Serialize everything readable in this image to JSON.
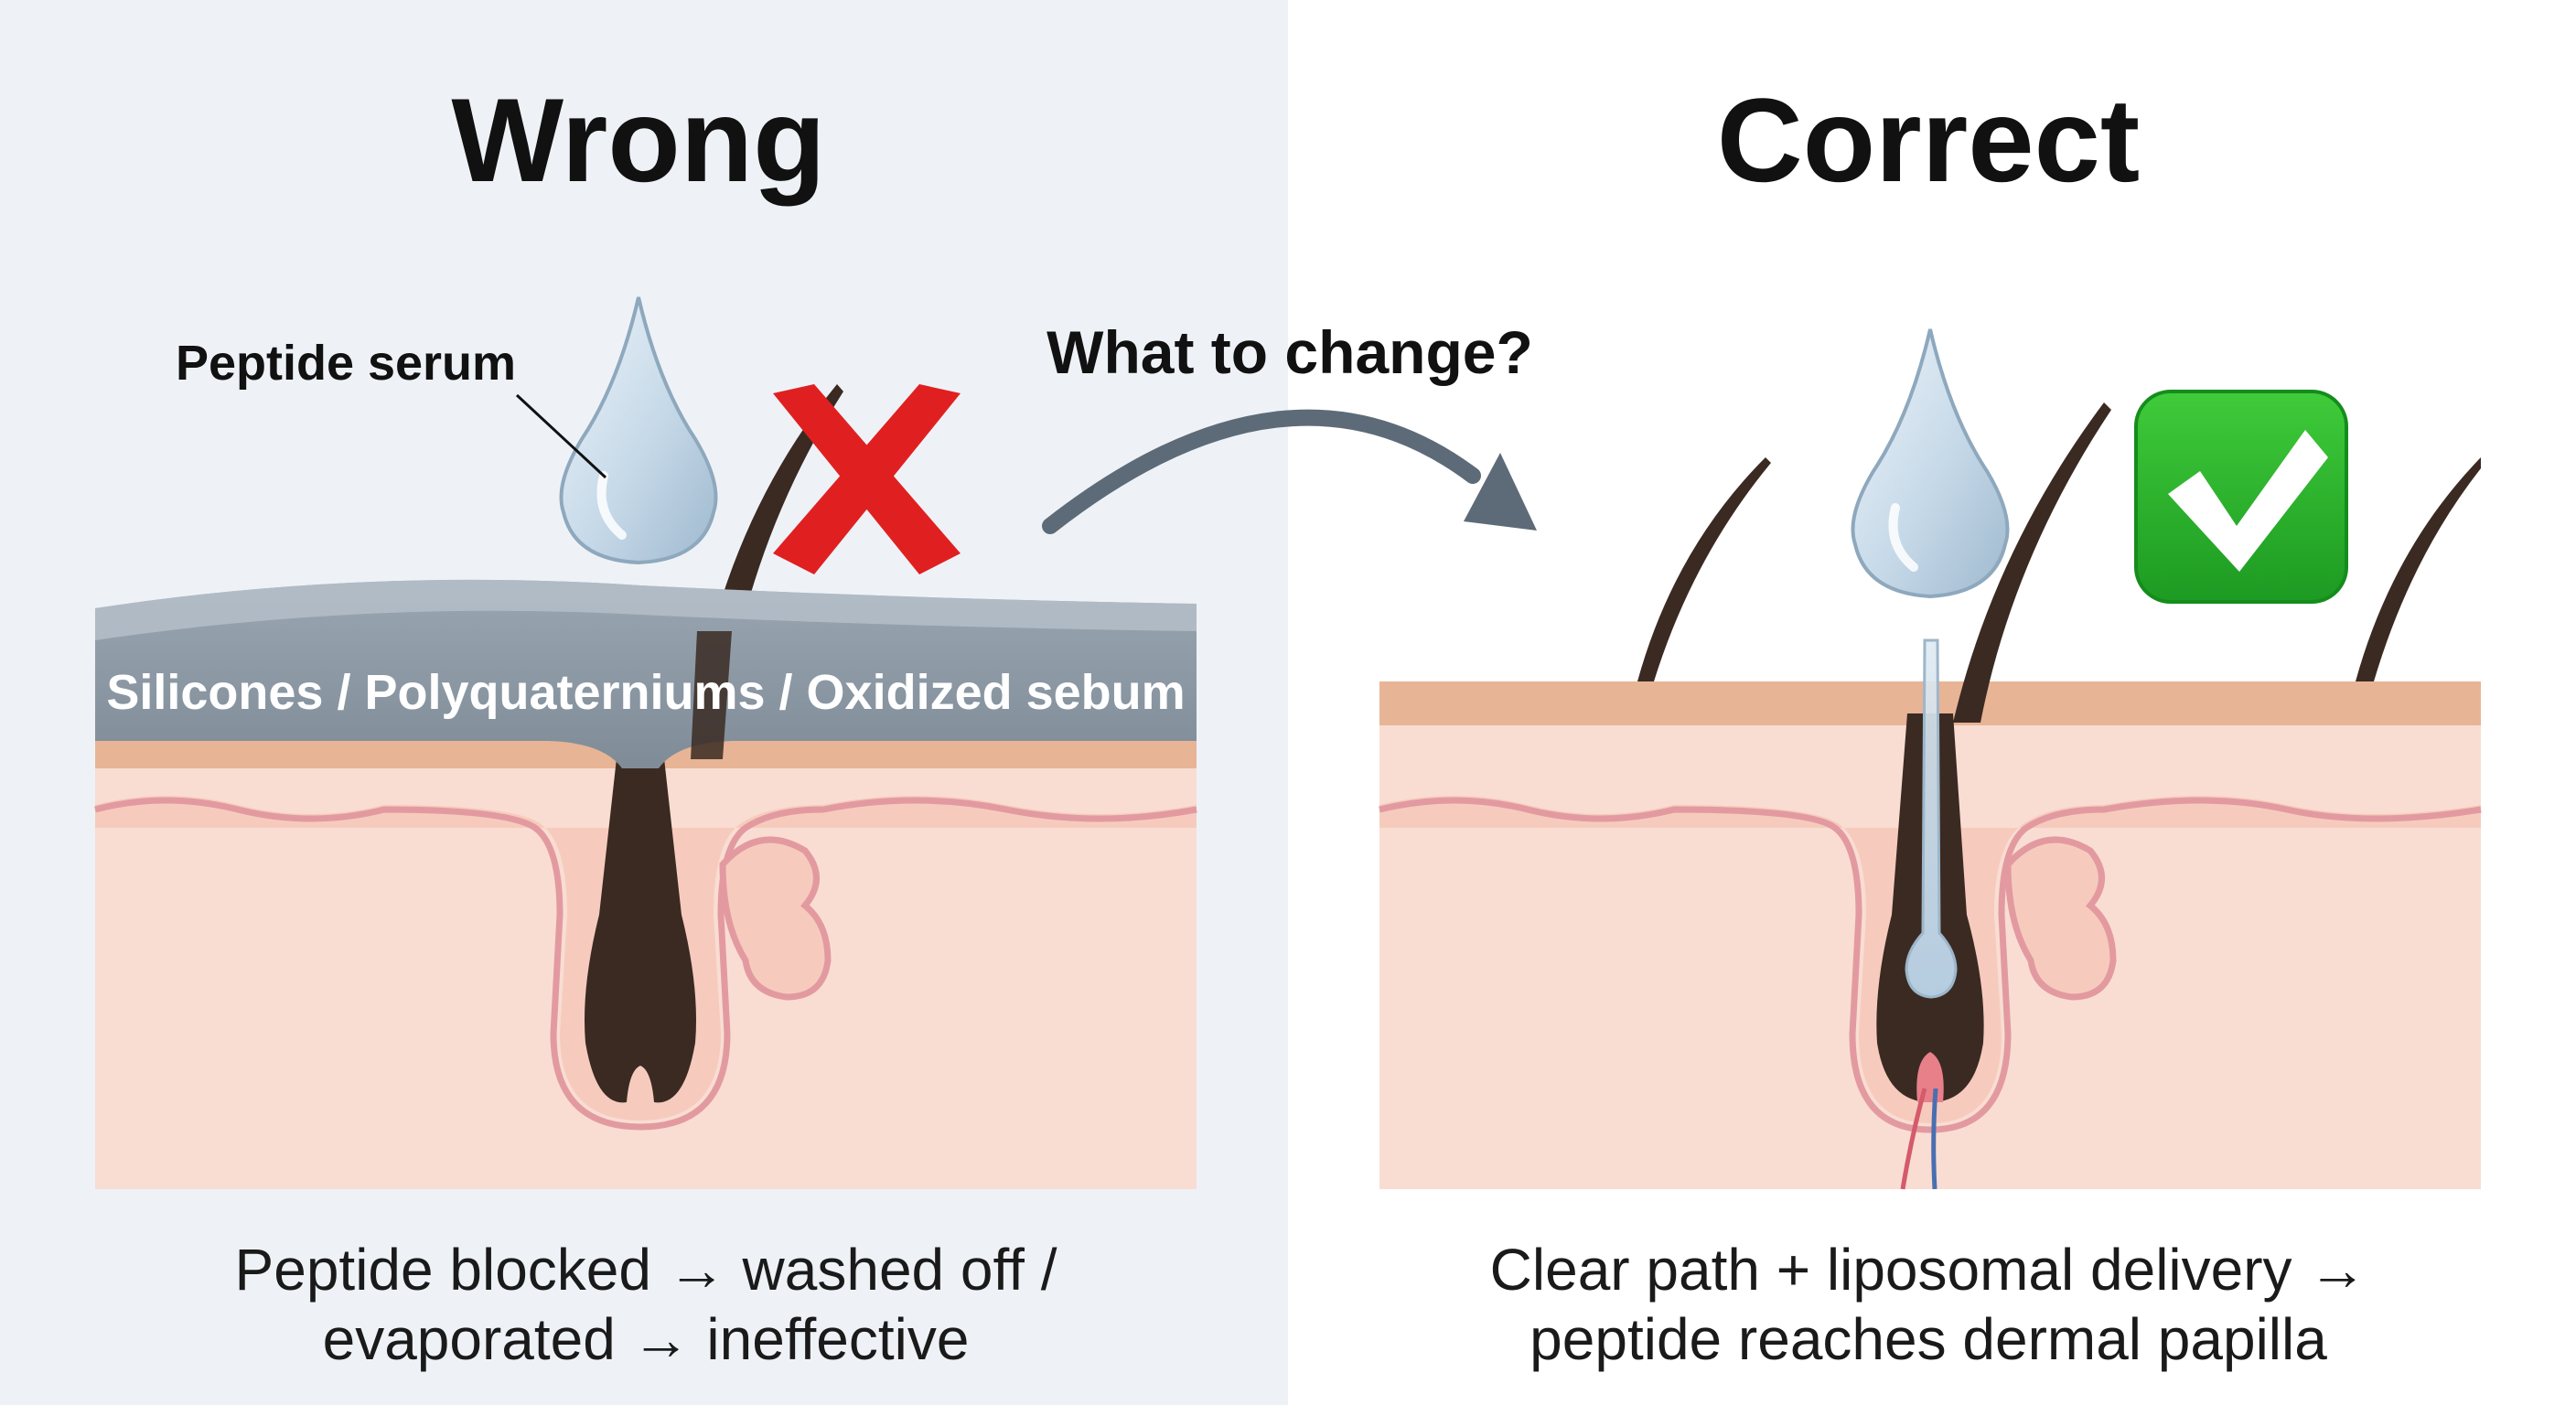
{
  "left_panel": {
    "title": "Wrong",
    "drop_label": "Peptide serum",
    "layer_label": "Silicones / Polyquaterniums / Oxidized sebum",
    "caption_line1": "Peptide blocked → washed off /",
    "caption_line2": "evaporated → ineffective",
    "status_icon": "red-cross-icon"
  },
  "transition": {
    "question": "What to change?",
    "arrow_icon": "curved-arrow-icon"
  },
  "right_panel": {
    "title": "Correct",
    "caption_line1": "Clear path + liposomal delivery →",
    "caption_line2": "peptide reaches dermal papilla",
    "status_icon": "green-check-icon"
  },
  "colors": {
    "left_background": "#eef2f7",
    "right_background": "#ffffff",
    "skin": "#f9ddd2",
    "skin_top_band": "#e8b496",
    "skin_outline": "#e29aa0",
    "blocking_layer": "#8d9aa6",
    "hair": "#3a2a22",
    "droplet": "#c9dbe8",
    "cross": "#e02020",
    "check": "#27b52a",
    "arrow": "#5d6b78"
  }
}
